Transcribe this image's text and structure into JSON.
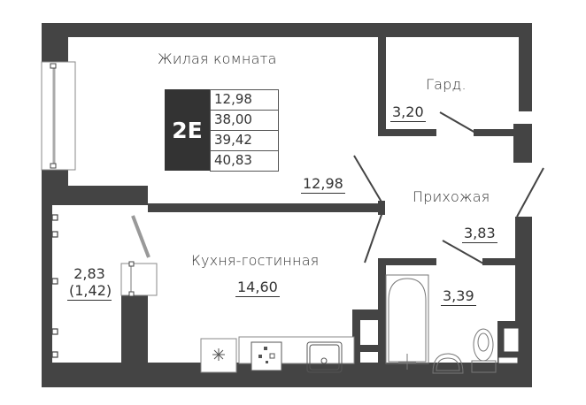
{
  "plan": {
    "type": "apartment floor plan",
    "colors": {
      "wall": "#444444",
      "text": "#333333",
      "background": "#ffffff",
      "badge_bg": "#333333",
      "badge_text": "#ffffff"
    },
    "badge": {
      "code": "2E",
      "values": [
        "12,98",
        "38,00",
        "39,42",
        "40,83"
      ]
    },
    "rooms": {
      "living_room": {
        "name": "Жилая комната",
        "area": "12,98"
      },
      "wardrobe": {
        "name": "Гард.",
        "area": "3,20"
      },
      "hallway": {
        "name": "Прихожая",
        "area": "3,83"
      },
      "kitchen_living": {
        "name": "Кухня-гостинная",
        "area": "14,60"
      },
      "balcony": {
        "area": "2,83",
        "area_reduced": "(1,42)"
      },
      "bathroom": {
        "area": "3,39"
      }
    },
    "fixtures": [
      "window",
      "balcony-door",
      "fridge",
      "stove",
      "kitchen-sink",
      "bathtub",
      "washbasin",
      "toilet",
      "washing-machine"
    ]
  }
}
